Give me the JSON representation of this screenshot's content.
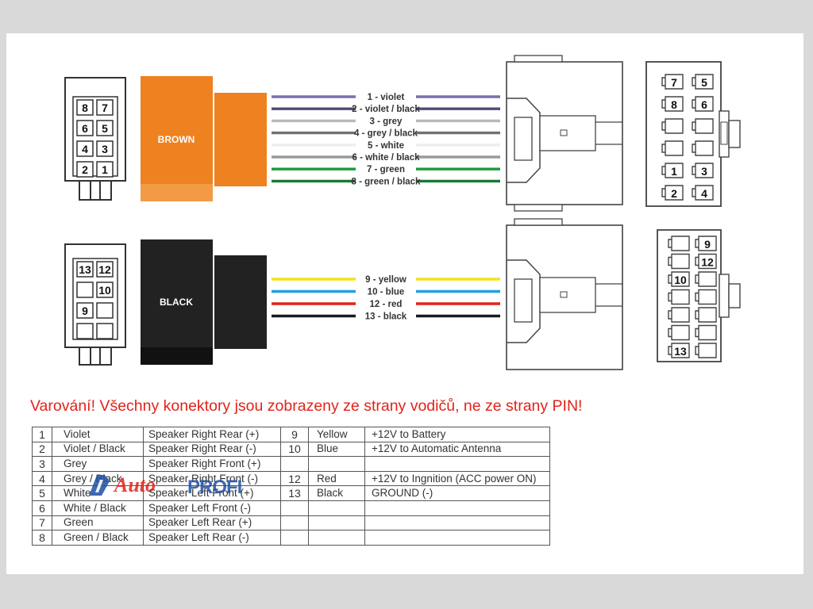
{
  "top_connector": {
    "label": "BROWN",
    "color": "#ee8220",
    "pins": [
      "8",
      "7",
      "6",
      "5",
      "4",
      "3",
      "2",
      "1"
    ],
    "wires": [
      {
        "label": "1 - violet",
        "color": "#7b70ad"
      },
      {
        "label": "2 - violet / black",
        "color": "#4e4a78"
      },
      {
        "label": "3 - grey",
        "color": "#b8b8b8"
      },
      {
        "label": "4 - grey / black",
        "color": "#707070"
      },
      {
        "label": "5 - white",
        "color": "#eeeeee"
      },
      {
        "label": "6 - white / black",
        "color": "#9a9a9a"
      },
      {
        "label": "7 - green",
        "color": "#1a9a3b"
      },
      {
        "label": "8 - green / black",
        "color": "#157a33"
      }
    ],
    "female_pins": [
      "7",
      "5",
      "8",
      "6",
      "1",
      "3",
      "2",
      "4"
    ]
  },
  "bottom_connector": {
    "label": "BLACK",
    "color": "#222222",
    "pins": [
      "13",
      "12",
      "10",
      "9"
    ],
    "wires": [
      {
        "label": "9 - yellow",
        "color": "#f4e21c"
      },
      {
        "label": "10 - blue",
        "color": "#1fa1e0"
      },
      {
        "label": "12 - red",
        "color": "#e2231a"
      },
      {
        "label": "13 - black",
        "color": "#1a1a1a"
      }
    ],
    "female_pins": [
      "9",
      "12",
      "10",
      "13"
    ]
  },
  "warning": "Varování! Všechny konektory jsou zobrazeny ze strany vodičů, ne ze strany PIN!",
  "table": {
    "rows": [
      {
        "n1": "1",
        "c1": "Violet",
        "f1": "Speaker Right Rear (+)",
        "n2": "9",
        "c2": "Yellow",
        "f2": "+12V to Battery"
      },
      {
        "n1": "2",
        "c1": "Violet / Black",
        "f1": "Speaker Right Rear (-)",
        "n2": "10",
        "c2": "Blue",
        "f2": "+12V to Automatic Antenna"
      },
      {
        "n1": "3",
        "c1": "Grey",
        "f1": "Speaker Right Front (+)",
        "n2": "",
        "c2": "",
        "f2": ""
      },
      {
        "n1": "4",
        "c1": "Grey / Black",
        "f1": "Speaker Right Front (-)",
        "n2": "12",
        "c2": "Red",
        "f2": "+12V to Ingnition (ACC power ON)"
      },
      {
        "n1": "5",
        "c1": "White",
        "f1": "Speaker Left Front (+)",
        "n2": "13",
        "c2": "Black",
        "f2": "GROUND (-)"
      },
      {
        "n1": "6",
        "c1": "White / Black",
        "f1": "Speaker Left Front (-)",
        "n2": "",
        "c2": "",
        "f2": ""
      },
      {
        "n1": "7",
        "c1": "Green",
        "f1": "Speaker Left Rear (+)",
        "n2": "",
        "c2": "",
        "f2": ""
      },
      {
        "n1": "8",
        "c1": "Green / Black",
        "f1": "Speaker Left Rear (-)",
        "n2": "",
        "c2": "",
        "f2": ""
      }
    ]
  },
  "watermark": {
    "part1": "Auto",
    "part2": "PROFI"
  }
}
